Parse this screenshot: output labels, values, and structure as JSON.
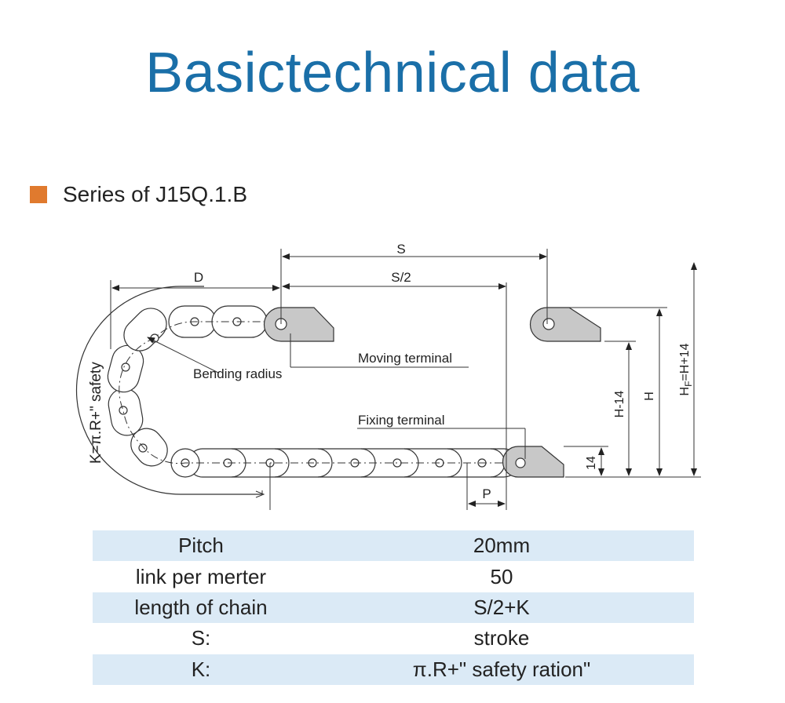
{
  "title": "Basictechnical data",
  "series": {
    "label": "Series of J15Q.1.B",
    "bullet_color": "#e07a2e"
  },
  "diagram": {
    "labels": {
      "S": "S",
      "S_half": "S/2",
      "D": "D",
      "moving_terminal": "Moving terminal",
      "bending_radius": "Bending radius",
      "fixing_terminal": "Fixing terminal",
      "K_formula": "K=π.R+\" safety",
      "H_minus_14": "H-14",
      "H": "H",
      "H_F": "H",
      "H_F_sub": "F",
      "H_F_rest": "=H+14",
      "dim_14": "14",
      "P": "P"
    }
  },
  "specs": {
    "row_shade": "#dbeaf6",
    "rows": [
      {
        "key": "Pitch",
        "value": "20mm"
      },
      {
        "key": "link per merter",
        "value": "50"
      },
      {
        "key": "length of chain",
        "value": "S/2+K"
      },
      {
        "key": "S:",
        "value": "stroke"
      },
      {
        "key": "K:",
        "value": "π.R+\" safety ration\""
      }
    ]
  }
}
